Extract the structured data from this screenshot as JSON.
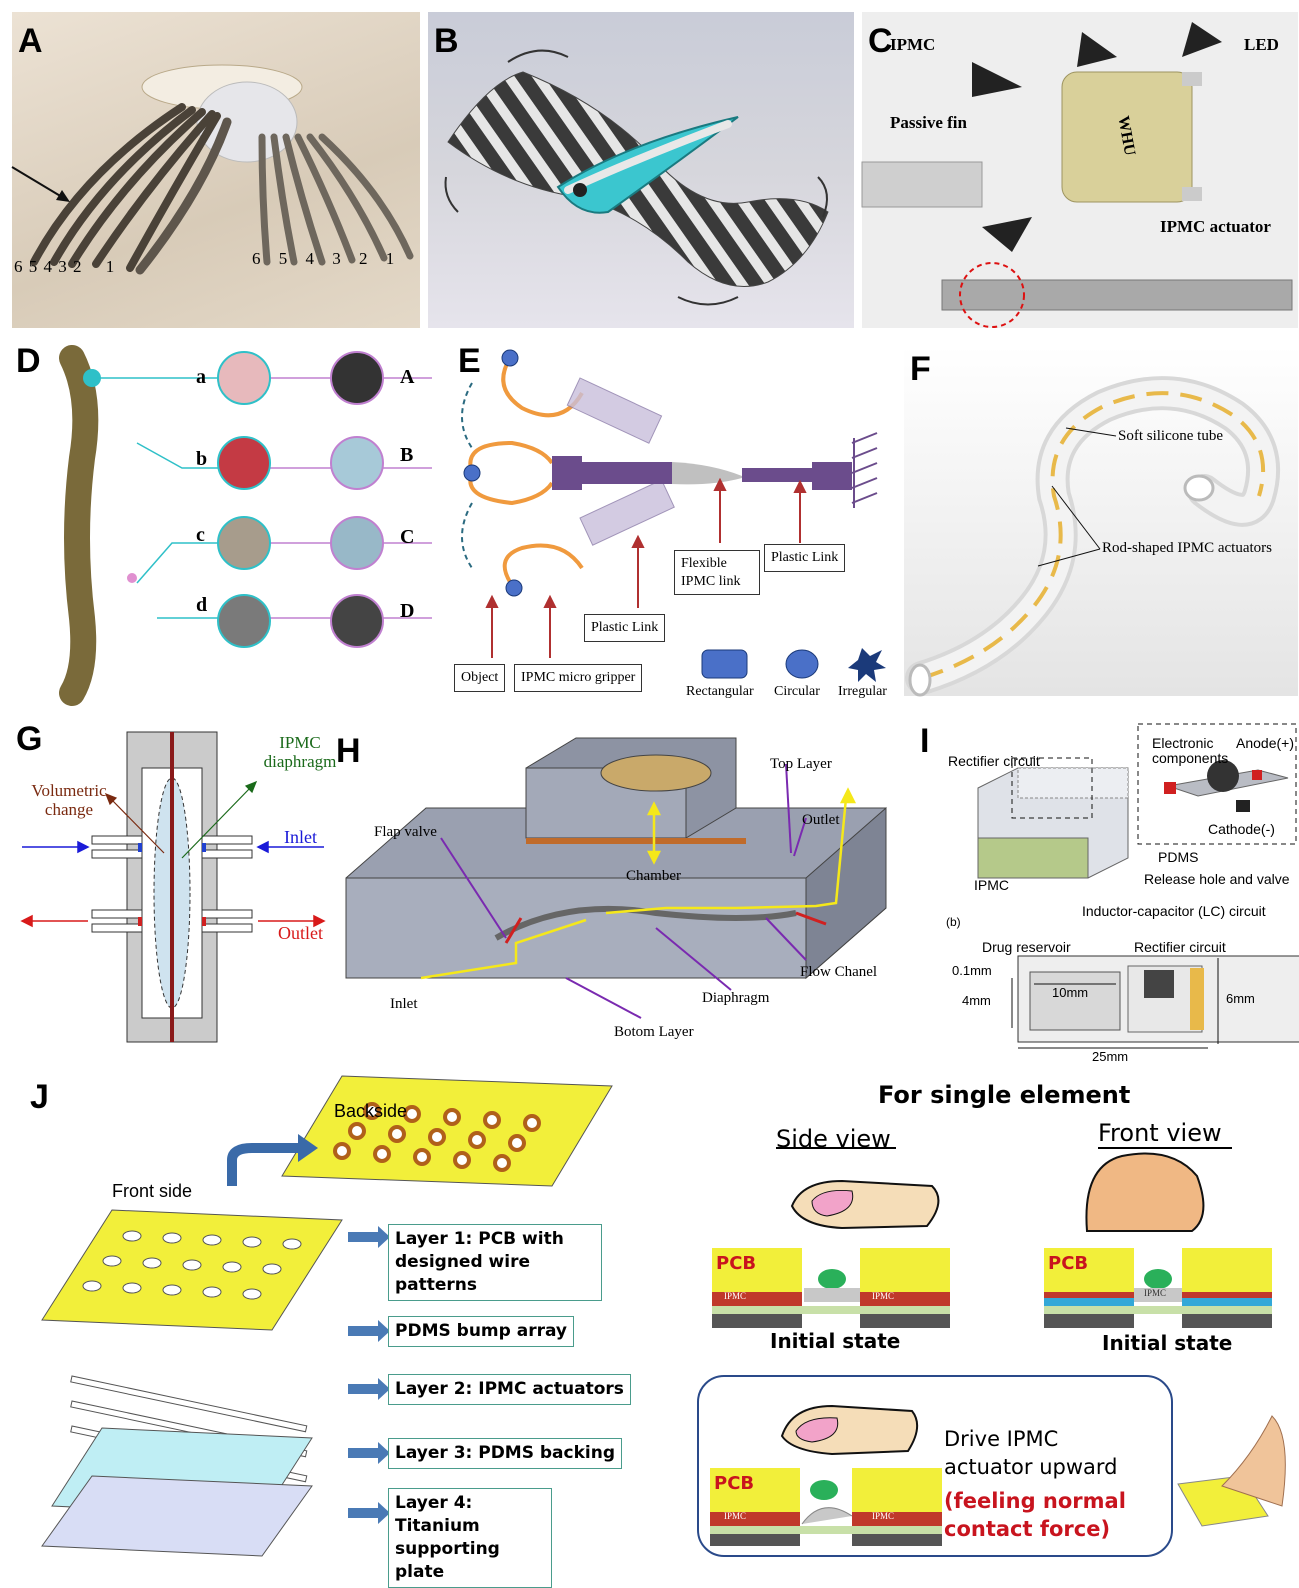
{
  "panels": {
    "A": {
      "label": "A",
      "left_numbers": [
        "6",
        "5",
        "4",
        "3",
        "2",
        "1"
      ],
      "right_numbers": [
        "6",
        "5",
        "4",
        "3",
        "2",
        "1"
      ]
    },
    "B": {
      "label": "B"
    },
    "C": {
      "label": "C",
      "ipmc": "IPMC",
      "led": "LED",
      "passive_fin": "Passive fin",
      "ipmc_actuator": "IPMC actuator",
      "whu": "WHU"
    },
    "D": {
      "label": "D",
      "left_letters": [
        "a",
        "b",
        "c",
        "d"
      ],
      "right_letters": [
        "A",
        "B",
        "C",
        "D"
      ]
    },
    "E": {
      "label": "E",
      "flexible_link": "Flexible IPMC link",
      "plastic_link_right": "Plastic Link",
      "plastic_link_mid": "Plastic Link",
      "object": "Object",
      "gripper": "IPMC micro gripper",
      "shape_rect": "Rectangular",
      "shape_circ": "Circular",
      "shape_irr": "Irregular"
    },
    "F": {
      "label": "F",
      "tube": "Soft silicone tube",
      "rods": "Rod-shaped IPMC actuators"
    },
    "G": {
      "label": "G",
      "diaphragm": "IPMC diaphragm",
      "volumetric": "Volumetric change",
      "inlet": "Inlet",
      "outlet": "Outlet"
    },
    "H": {
      "label": "H",
      "top_layer": "Top Layer",
      "outlet": "Outlet",
      "flap_valve": "Flap valve",
      "chamber": "Chamber",
      "inlet": "Inlet",
      "flow_channel": "Flow Chanel",
      "diaphragm": "Diaphragm",
      "bottom_layer": "Botom Layer"
    },
    "I": {
      "label": "I",
      "rectifier": "Rectifier circuit",
      "electronic": "Electronic components",
      "anode": "Anode(+)",
      "cathode": "Cathode(-)",
      "pdms": "PDMS",
      "ipmc": "IPMC",
      "release": "Release hole and valve",
      "lc": "Inductor-capacitor (LC) circuit",
      "b": "(b)",
      "drug": "Drug reservoir",
      "rectifier2": "Rectifier circuit",
      "d01": "0.1mm",
      "d4": "4mm",
      "d10": "10mm",
      "d6": "6mm",
      "d25": "25mm"
    },
    "J": {
      "label": "J",
      "backside": "Backside",
      "front_side": "Front side",
      "layer1": "Layer 1: PCB with designed wire patterns",
      "bump": "PDMS bump array",
      "layer2": "Layer 2: IPMC actuators",
      "layer3": "Layer 3: PDMS backing",
      "layer4": "Layer 4: Titanium supporting plate",
      "single": "For single element",
      "side_view": "Side view",
      "front_view": "Front view",
      "initial1": "Initial state",
      "initial2": "Initial state",
      "pcb": "PCB",
      "ipmc": "IPMC",
      "drive1": "Drive IPMC",
      "drive2": "actuator upward",
      "feel1": "(feeling normal",
      "feel2": "contact force)"
    }
  },
  "colors": {
    "cyan": "#2fc0c8",
    "orange": "#f09a3e",
    "purple": "#6b4c8c",
    "yellow_pcb": "#f2ef3a",
    "red_text": "#c8141e",
    "ipmc_red": "#c0392b",
    "teal_border": "#4a9c8c"
  }
}
